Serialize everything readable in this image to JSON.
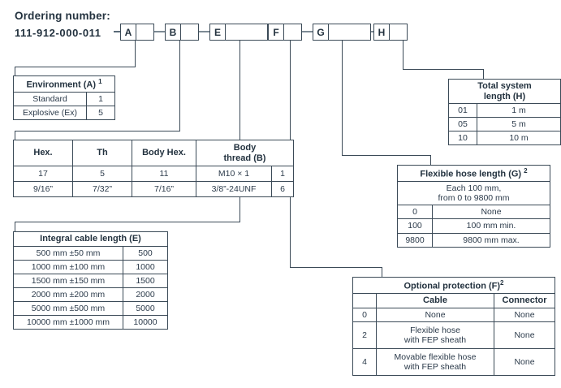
{
  "header": {
    "title": "Ordering number:",
    "code": "111-912-000-011"
  },
  "code_boxes": [
    {
      "letter": "A"
    },
    {
      "letter": "B"
    },
    {
      "letter": "E"
    },
    {
      "letter": "F"
    },
    {
      "letter": "G"
    },
    {
      "letter": "H"
    }
  ],
  "tables": {
    "environment": {
      "title": "Environment (A)",
      "footnote": "1",
      "rows": [
        {
          "label": "Standard",
          "code": "1"
        },
        {
          "label": "Explosive (Ex)",
          "code": "5"
        }
      ]
    },
    "body_thread": {
      "headers": [
        "Hex.",
        "Th",
        "Body Hex.",
        "Body thread (B)"
      ],
      "header_body_thread_line1": "Body",
      "header_body_thread_line2": "thread (B)",
      "rows": [
        {
          "hex": "17",
          "th": "5",
          "body_hex": "11",
          "thread": "M10 × 1",
          "code": "1"
        },
        {
          "hex": "9/16”",
          "th": "7/32”",
          "body_hex": "7/16”",
          "thread": "3/8”-24UNF",
          "code": "6"
        }
      ]
    },
    "integral_cable": {
      "title": "Integral cable length (E)",
      "rows": [
        {
          "label": "500 mm ±50 mm",
          "code": "500"
        },
        {
          "label": "1000 mm ±100 mm",
          "code": "1000"
        },
        {
          "label": "1500 mm ±150 mm",
          "code": "1500"
        },
        {
          "label": "2000 mm ±200 mm",
          "code": "2000"
        },
        {
          "label": "5000 mm ±500 mm",
          "code": "5000"
        },
        {
          "label": "10000 mm ±1000 mm",
          "code": "10000"
        }
      ]
    },
    "total_system_length": {
      "title_line1": "Total system",
      "title_line2": "length (H)",
      "rows": [
        {
          "code": "01",
          "label": "1 m"
        },
        {
          "code": "05",
          "label": "5 m"
        },
        {
          "code": "10",
          "label": "10 m"
        }
      ]
    },
    "flexible_hose": {
      "title": "Flexible hose length (G)",
      "footnote": "2",
      "note_line1": "Each 100 mm,",
      "note_line2": "from 0 to 9800 mm",
      "rows": [
        {
          "code": "0",
          "label": "None"
        },
        {
          "code": "100",
          "label": "100 mm min."
        },
        {
          "code": "9800",
          "label": "9800 mm max."
        }
      ]
    },
    "optional_protection": {
      "title": "Optional protection (F)",
      "footnote": "2",
      "col_cable": "Cable",
      "col_connector": "Connector",
      "rows": [
        {
          "code": "0",
          "cable_line1": "None",
          "cable_line2": "",
          "connector": "None"
        },
        {
          "code": "2",
          "cable_line1": "Flexible hose",
          "cable_line2": "with FEP sheath",
          "connector": "None"
        },
        {
          "code": "4",
          "cable_line1": "Movable flexible hose",
          "cable_line2": "with FEP sheath",
          "connector": "None"
        }
      ]
    }
  },
  "colors": {
    "text": "#2b3a4a",
    "border": "#3b4a57",
    "connector": "#7d8a94"
  }
}
